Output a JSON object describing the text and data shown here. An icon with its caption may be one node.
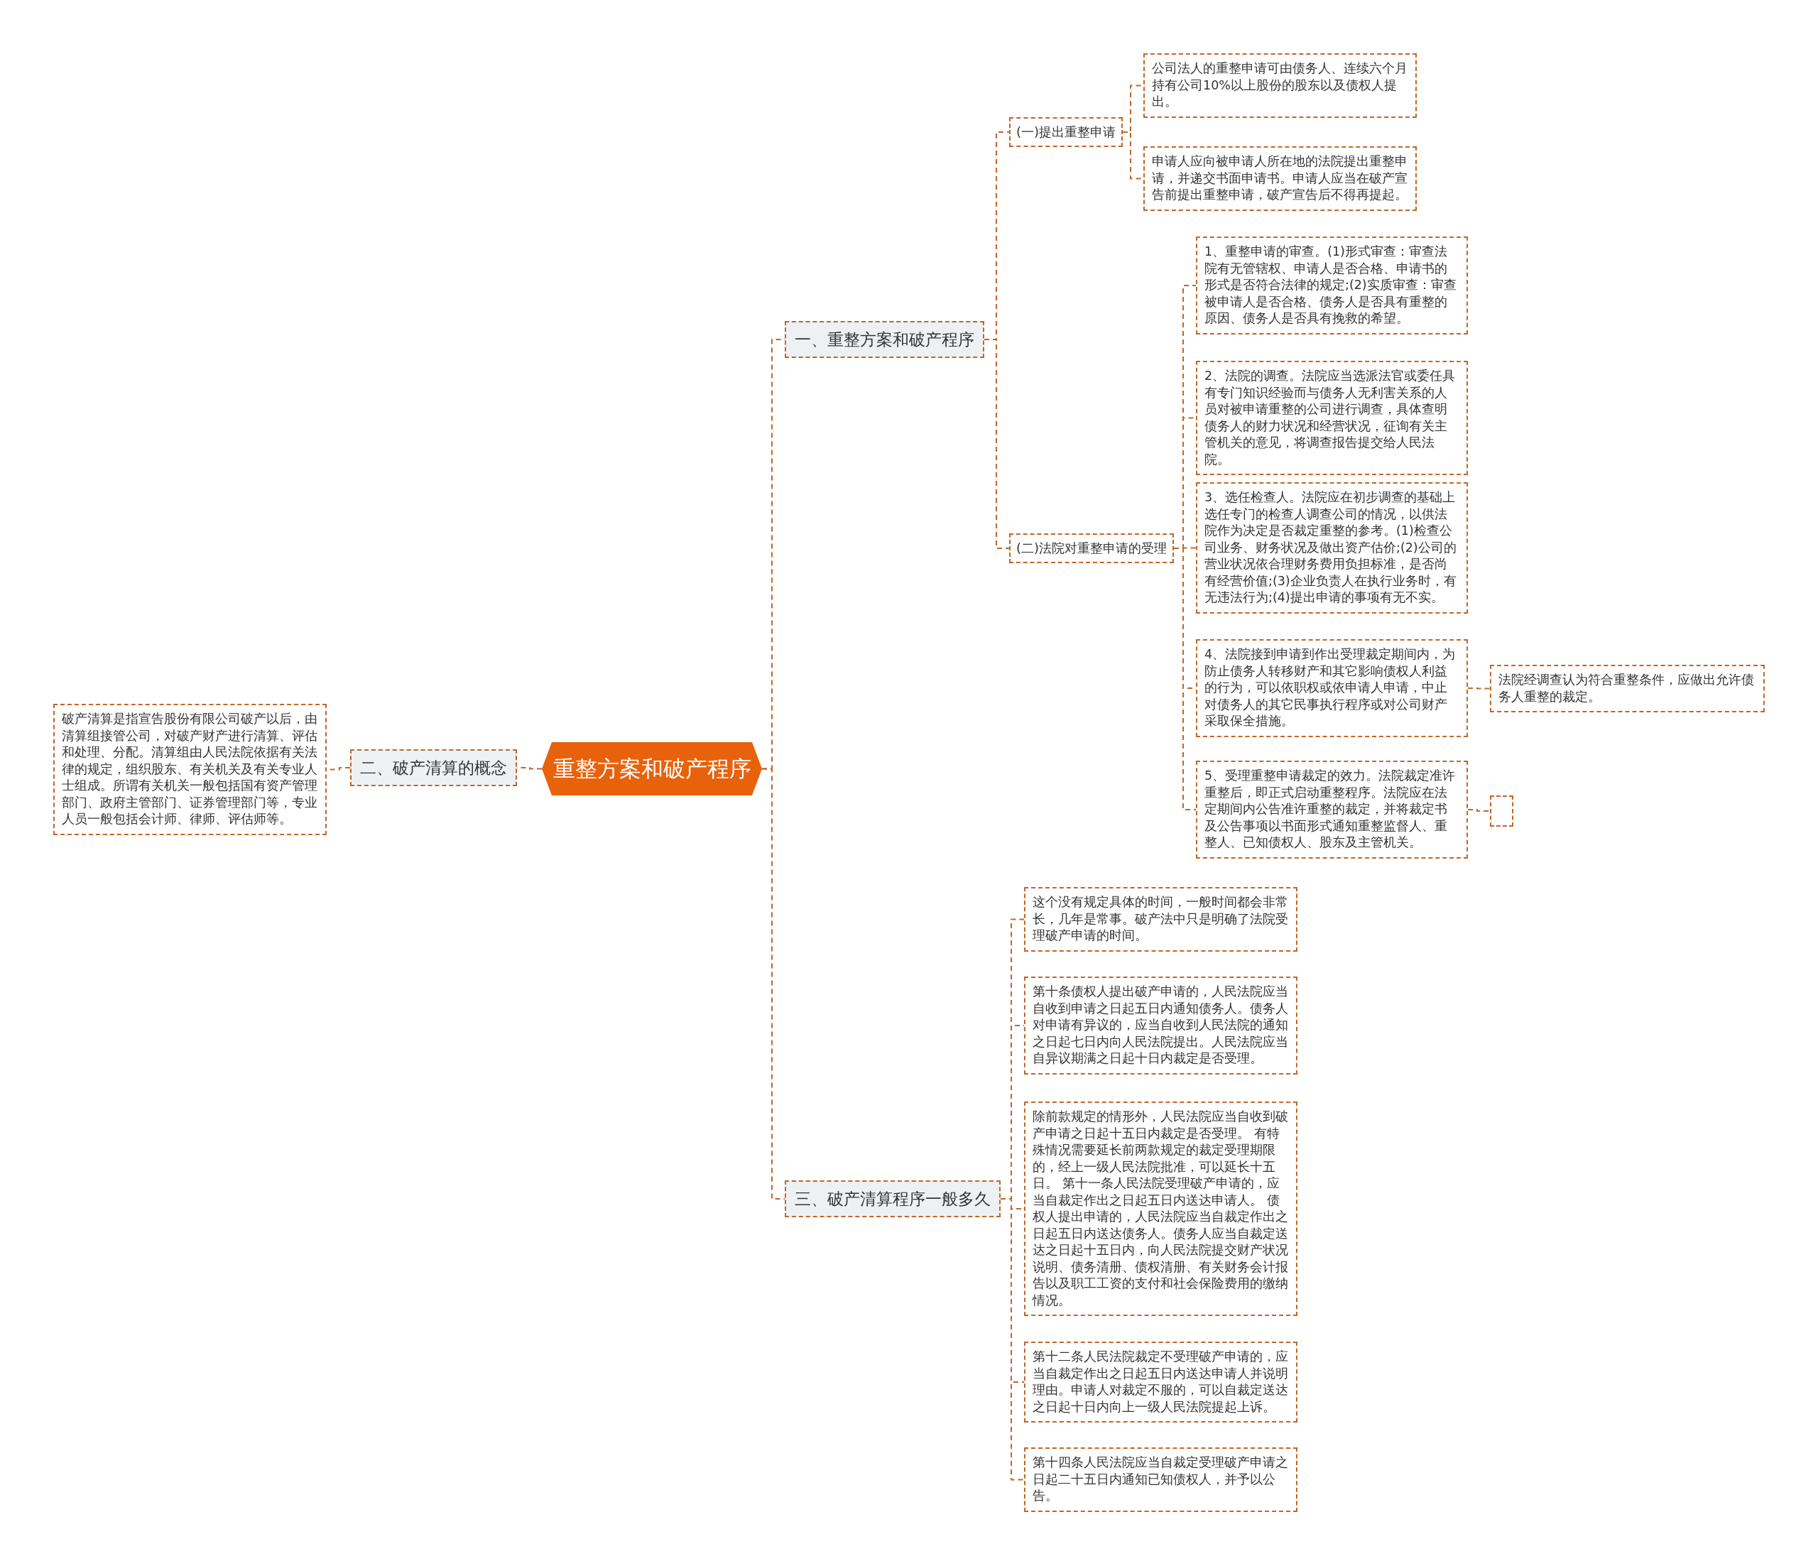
{
  "diagram": {
    "nodes": [
      {
        "text": [
          "重整方案和破产程序"
        ]
      },
      {
        "text": [
          "一、重整方案和破产程序"
        ]
      },
      {
        "text": [
          "(一)提出重整申请"
        ]
      },
      {
        "text": [
          "公司法人的重整申请可由债务人、连续六个月持有公司10%以上股份的股东以及债权人提出。"
        ]
      },
      {
        "text": [
          "申请人应向被申请人所在地的法院提出重整申请，并递交书面申请书。申请人应当在破产宣告前提出重整申请，破产宣告后不得再提起。"
        ]
      },
      {
        "text": [
          "(二)法院对重整申请的受理"
        ]
      },
      {
        "text": [
          "1、重整申请的审查。(1)形式审查：审查法院有无管辖权、申请人是否合格、申请书的形式是否符合法律的规定;(2)实质审查：审查被申请人是否合格、债务人是否具有重整的原因、债务人是否具有挽救的希望。"
        ]
      },
      {
        "text": [
          "2、法院的调查。法院应当选派法官或委任具有专门知识经验而与债务人无利害关系的人员对被申请重整的公司进行调查，具体查明债务人的财力状况和经营状况，征询有关主管机关的意见，将调查报告提交给人民法院。"
        ]
      },
      {
        "text": [
          "3、选任检查人。法院应在初步调查的基础上选任专门的检查人调查公司的情况，以供法院作为决定是否裁定重整的参考。(1)检查公司业务、财务状况及做出资产估价;(2)公司的营业状况依合理财务费用负担标准，是否尚有经营价值;(3)企业负责人在执行业务时，有无违法行为;(4)提出申请的事项有无不实。"
        ]
      },
      {
        "text": [
          "4、法院接到申请到作出受理裁定期间内，为防止债务人转移财产和其它影响债权人利益的行为，可以依职权或依申请人申请，中止对债务人的其它民事执行程序或对公司财产采取保全措施。"
        ]
      },
      {
        "text": [
          "法院经调查认为符合重整条件，应做出允许债务人重整的裁定。"
        ]
      },
      {
        "text": [
          "5、受理重整申请裁定的效力。法院裁定准许重整后，即正式启动重整程序。法院应在法定期间内公告准许重整的裁定，并将裁定书及公告事项以书面形式通知重整监督人、重整人、已知债权人、股东及主管机关。"
        ]
      },
      {
        "text": [],
        "shape": "box"
      },
      {
        "text": [
          "二、破产清算的概念"
        ]
      },
      {
        "text": [
          "破产清算是指宣告股份有限公司破产以后，由清算组接管公司，对破产财产进行清算、评估和处理、分配。清算组由人民法院依据有关法律的规定，组织股东、有关机关及有关专业人士组成。所谓有关机关一般包括国有资产管理部门、政府主管部门、证券管理部门等，专业人员一般包括会计师、律师、评估师等。"
        ]
      },
      {
        "text": [
          "三、破产清算程序一般多久"
        ]
      },
      {
        "text": [
          "这个没有规定具体的时间，一般时间都会非常长，几年是常事。破产法中只是明确了法院受理破产申请的时间。"
        ]
      },
      {
        "text": [
          "第十条债权人提出破产申请的，人民法院应当自收到申请之日起五日内通知债务人。债务人对申请有异议的，应当自收到人民法院的通知之日起七日内向人民法院提出。人民法院应当自异议期满之日起十日内裁定是否受理。"
        ]
      },
      {
        "text": [
          "除前款规定的情形外，人民法院应当自收到破产申请之日起十五日内裁定是否受理。 有特殊情况需要延长前两款规定的裁定受理期限的，经上一级人民法院批准，可以延长十五日。 第十一条人民法院受理破产申请的，应当自裁定作出之日起五日内送达申请人。 债权人提出申请的，人民法院应当自裁定作出之日起五日内送达债务人。债务人应当自裁定送达之日起十五日内，向人民法院提交财产状况说明、债务清册、债权清册、有关财务会计报告以及职工工资的支付和社会保险费用的缴纳情况。"
        ]
      },
      {
        "text": [
          "第十二条人民法院裁定不受理破产申请的，应当自裁定作出之日起五日内送达申请人并说明理由。申请人对裁定不服的，可以自裁定送达之日起十日内向上一级人民法院提起上诉。"
        ]
      },
      {
        "text": [
          "第十四条人民法院应当自裁定受理破产申请之日起二十五日内通知已知债权人，并予以公告。"
        ]
      }
    ],
    "edges": [
      {
        "from": 0,
        "to": 1,
        "arrow": "none"
      },
      {
        "from": 0,
        "to": 13,
        "arrow": "none"
      },
      {
        "from": 0,
        "to": 15,
        "arrow": "none"
      },
      {
        "from": 1,
        "to": 2,
        "arrow": "none"
      },
      {
        "from": 1,
        "to": 5,
        "arrow": "none"
      },
      {
        "from": 2,
        "to": 3,
        "arrow": "none"
      },
      {
        "from": 2,
        "to": 4,
        "arrow": "none"
      },
      {
        "from": 5,
        "to": 6,
        "arrow": "none"
      },
      {
        "from": 5,
        "to": 7,
        "arrow": "none"
      },
      {
        "from": 5,
        "to": 8,
        "arrow": "none"
      },
      {
        "from": 5,
        "to": 9,
        "arrow": "none"
      },
      {
        "from": 5,
        "to": 11,
        "arrow": "none"
      },
      {
        "from": 9,
        "to": 10,
        "arrow": "none"
      },
      {
        "from": 11,
        "to": 12,
        "arrow": "none"
      },
      {
        "from": 13,
        "to": 14,
        "arrow": "none"
      },
      {
        "from": 15,
        "to": 16,
        "arrow": "none"
      },
      {
        "from": 15,
        "to": 17,
        "arrow": "none"
      },
      {
        "from": 15,
        "to": 18,
        "arrow": "none"
      },
      {
        "from": 15,
        "to": 19,
        "arrow": "none"
      },
      {
        "from": 15,
        "to": 20,
        "arrow": "none"
      }
    ]
  }
}
